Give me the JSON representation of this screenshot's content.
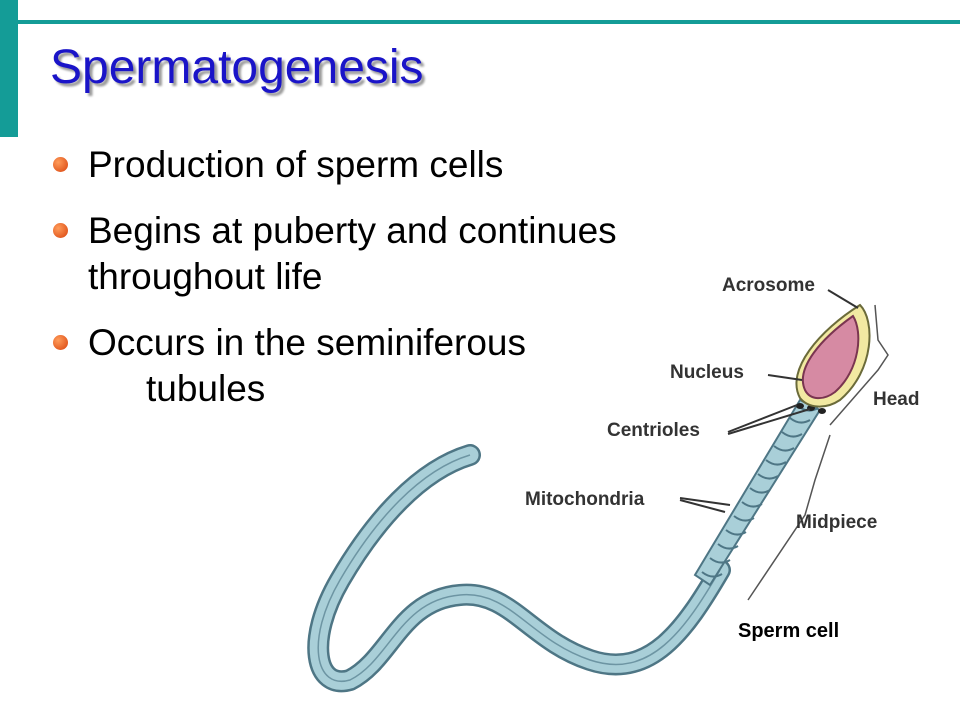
{
  "slide": {
    "title": "Spermatogenesis",
    "accent_color": "#149c97",
    "title_color": "#1a14c8",
    "bullets": [
      {
        "lines": [
          "Production of sperm cells"
        ]
      },
      {
        "lines": [
          "Begins at puberty and continues",
          "throughout life"
        ]
      },
      {
        "lines": [
          "Occurs in the seminiferous",
          "tubules"
        ]
      }
    ]
  },
  "figure": {
    "caption": "Sperm cell",
    "labels": {
      "acrosome": "Acrosome",
      "nucleus": "Nucleus",
      "centrioles": "Centrioles",
      "mitochondria": "Mitochondria",
      "head": "Head",
      "midpiece": "Midpiece"
    },
    "colors": {
      "tail": "#a9cfd8",
      "nucleus": "#d68aa3",
      "acrosome": "#f2e9a2"
    }
  }
}
